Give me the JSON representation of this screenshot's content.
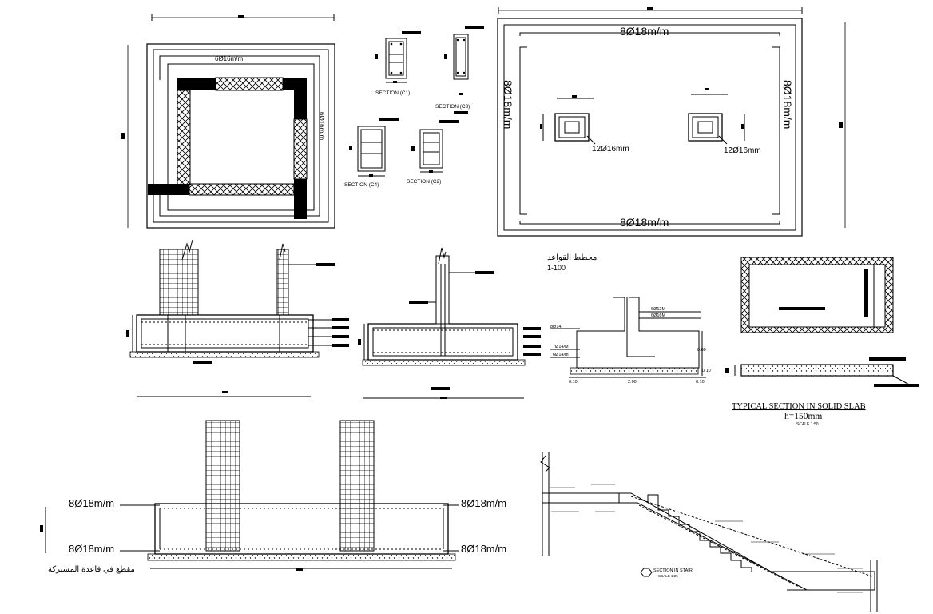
{
  "footing_plan": {
    "top_bar_label": "6Ø16m/m",
    "side_bar_label": "6Ø16m/m"
  },
  "column_sections": {
    "c1": "SECTION (C1)",
    "c2": "SECTION (C2)",
    "c3": "SECTION (C3)",
    "c4": "SECTION (C4)"
  },
  "combined_footing_plan": {
    "top": "8Ø18m/m",
    "bottom": "8Ø18m/m",
    "left": "8Ø18m/m",
    "right": "8Ø18m/m",
    "col_left": "12Ø16mm",
    "col_right": "12Ø16mm"
  },
  "foundation_plan_title": {
    "arabic": "مخطط القواعد",
    "scale": "1-100"
  },
  "raft_detail": {
    "top_bar": "6Ø12M",
    "bar2": "6Ø16M",
    "left_bar": "8Ø14",
    "bar4": "7Ø14/M",
    "bar5": "6Ø14/m",
    "height": "0.60",
    "base": "0.10",
    "left_ext": "0.10",
    "width": "2.00",
    "right_ext": "0.10"
  },
  "slab_section": {
    "title": "TYPICAL SECTION IN SOLID SLAB",
    "thickness": "h=150mm",
    "scale": "SCALE 1:50"
  },
  "combined_section": {
    "top_left": "8Ø18m/m",
    "top_right": "8Ø18m/m",
    "bottom_left": "8Ø18m/m",
    "bottom_right": "8Ø18m/m",
    "arabic_caption": "مقطع في قاعدة المشتركة"
  },
  "stair_section": {
    "title": "SECTION IN STAIR",
    "scale": "SCALE 1:25"
  }
}
